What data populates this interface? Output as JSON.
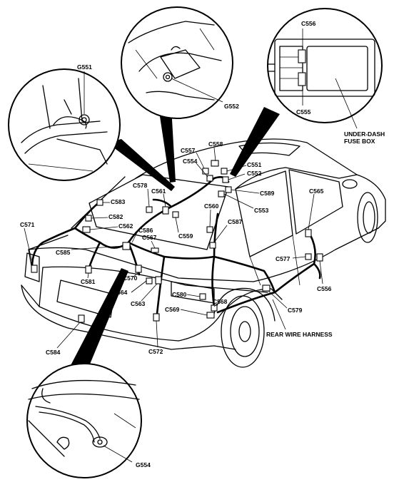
{
  "labels": {
    "g551": "G551",
    "g552": "G552",
    "g554": "G554",
    "c556_top": "C556",
    "c555": "C555",
    "fuse_box_l1": "UNDER-DASH",
    "fuse_box_l2": "FUSE BOX",
    "c558": "C558",
    "c557": "C557",
    "c554": "C554",
    "c551": "C551",
    "c552": "C552",
    "c589": "C589",
    "c553": "C553",
    "c578": "C578",
    "c561": "C561",
    "c583": "C583",
    "c582": "C582",
    "c562": "C562",
    "c571": "C571",
    "c585": "C585",
    "c586": "C586",
    "c567": "C567",
    "c559": "C559",
    "c560": "C560",
    "c587": "C587",
    "c565": "C565",
    "c577": "C577",
    "c556_side": "C556",
    "c581": "C581",
    "c570": "C570",
    "c564": "C564",
    "c563": "C563",
    "c580": "C580",
    "c568": "C568",
    "c569": "C569",
    "c579": "C579",
    "c584": "C584",
    "c572": "C572",
    "rear_harness": "REAR WIRE HARNESS"
  }
}
